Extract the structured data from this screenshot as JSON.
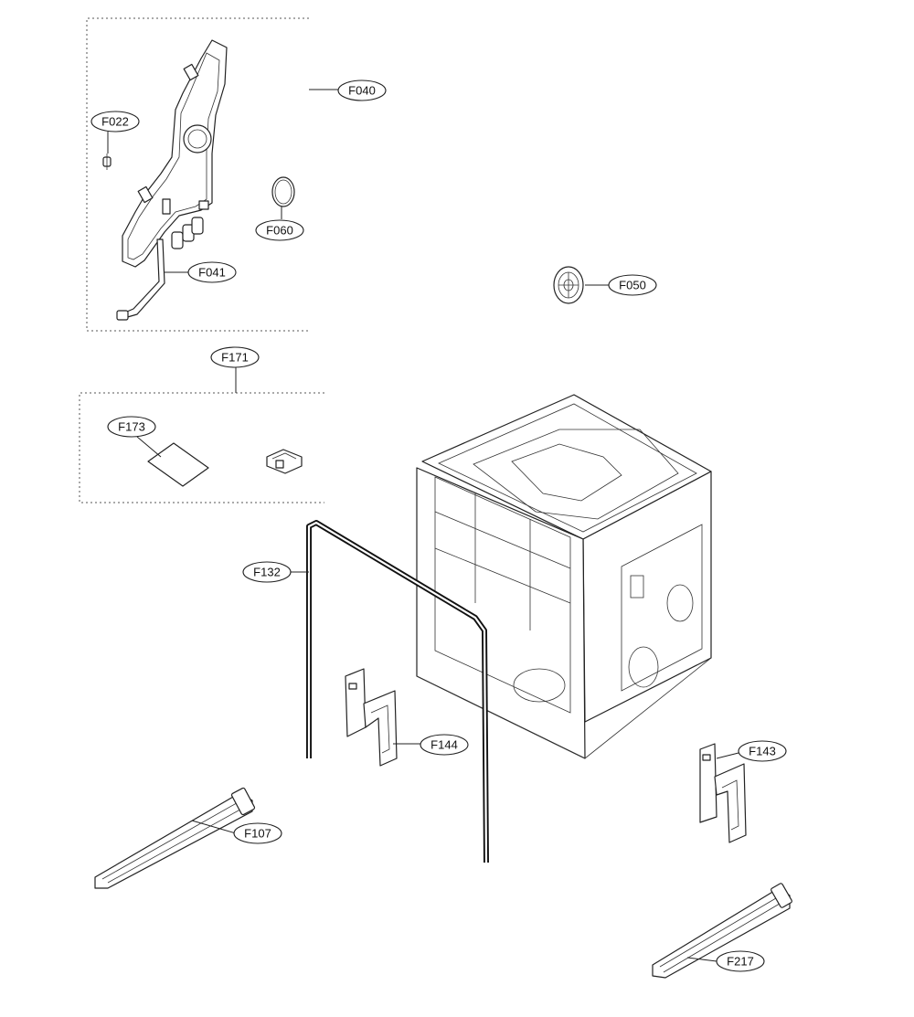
{
  "callouts": {
    "f040": "F040",
    "f022": "F022",
    "f060": "F060",
    "f041": "F041",
    "f050": "F050",
    "f171": "F171",
    "f173": "F173",
    "f132": "F132",
    "f144": "F144",
    "f143": "F143",
    "f107": "F107",
    "f217": "F217"
  },
  "colors": {
    "line": "#222222",
    "background": "#ffffff"
  }
}
